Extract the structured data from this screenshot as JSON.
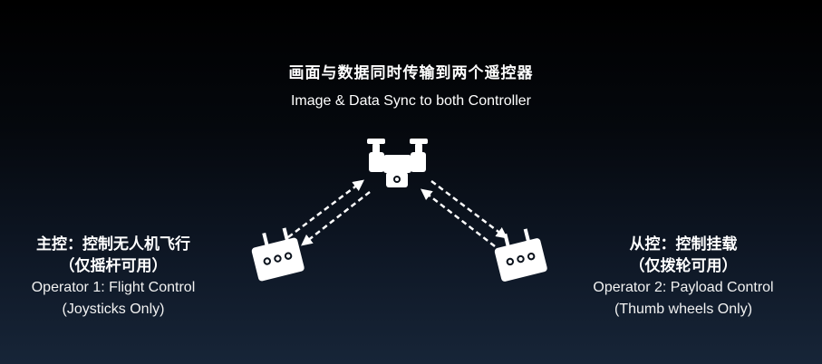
{
  "header": {
    "title_cn": "画面与数据同时传输到两个遥控器",
    "title_en": "Image & Data Sync to both Controller"
  },
  "operator_left": {
    "line_cn_1": "主控：控制无人机飞行",
    "line_cn_2": "（仅摇杆可用）",
    "line_en_1": "Operator 1: Flight Control",
    "line_en_2": "(Joysticks Only)"
  },
  "operator_right": {
    "line_cn_1": "从控：控制挂载",
    "line_cn_2": "（仅拨轮可用）",
    "line_en_1": "Operator 2: Payload Control",
    "line_en_2": "(Thumb wheels Only)"
  },
  "icons": {
    "drone": "drone-icon",
    "controller_left": "remote-controller-icon",
    "controller_right": "remote-controller-icon",
    "arrows": "dashed-double-arrow-icon"
  },
  "colors": {
    "background_top": "#000000",
    "background_bottom": "#172538",
    "foreground": "#ffffff"
  }
}
